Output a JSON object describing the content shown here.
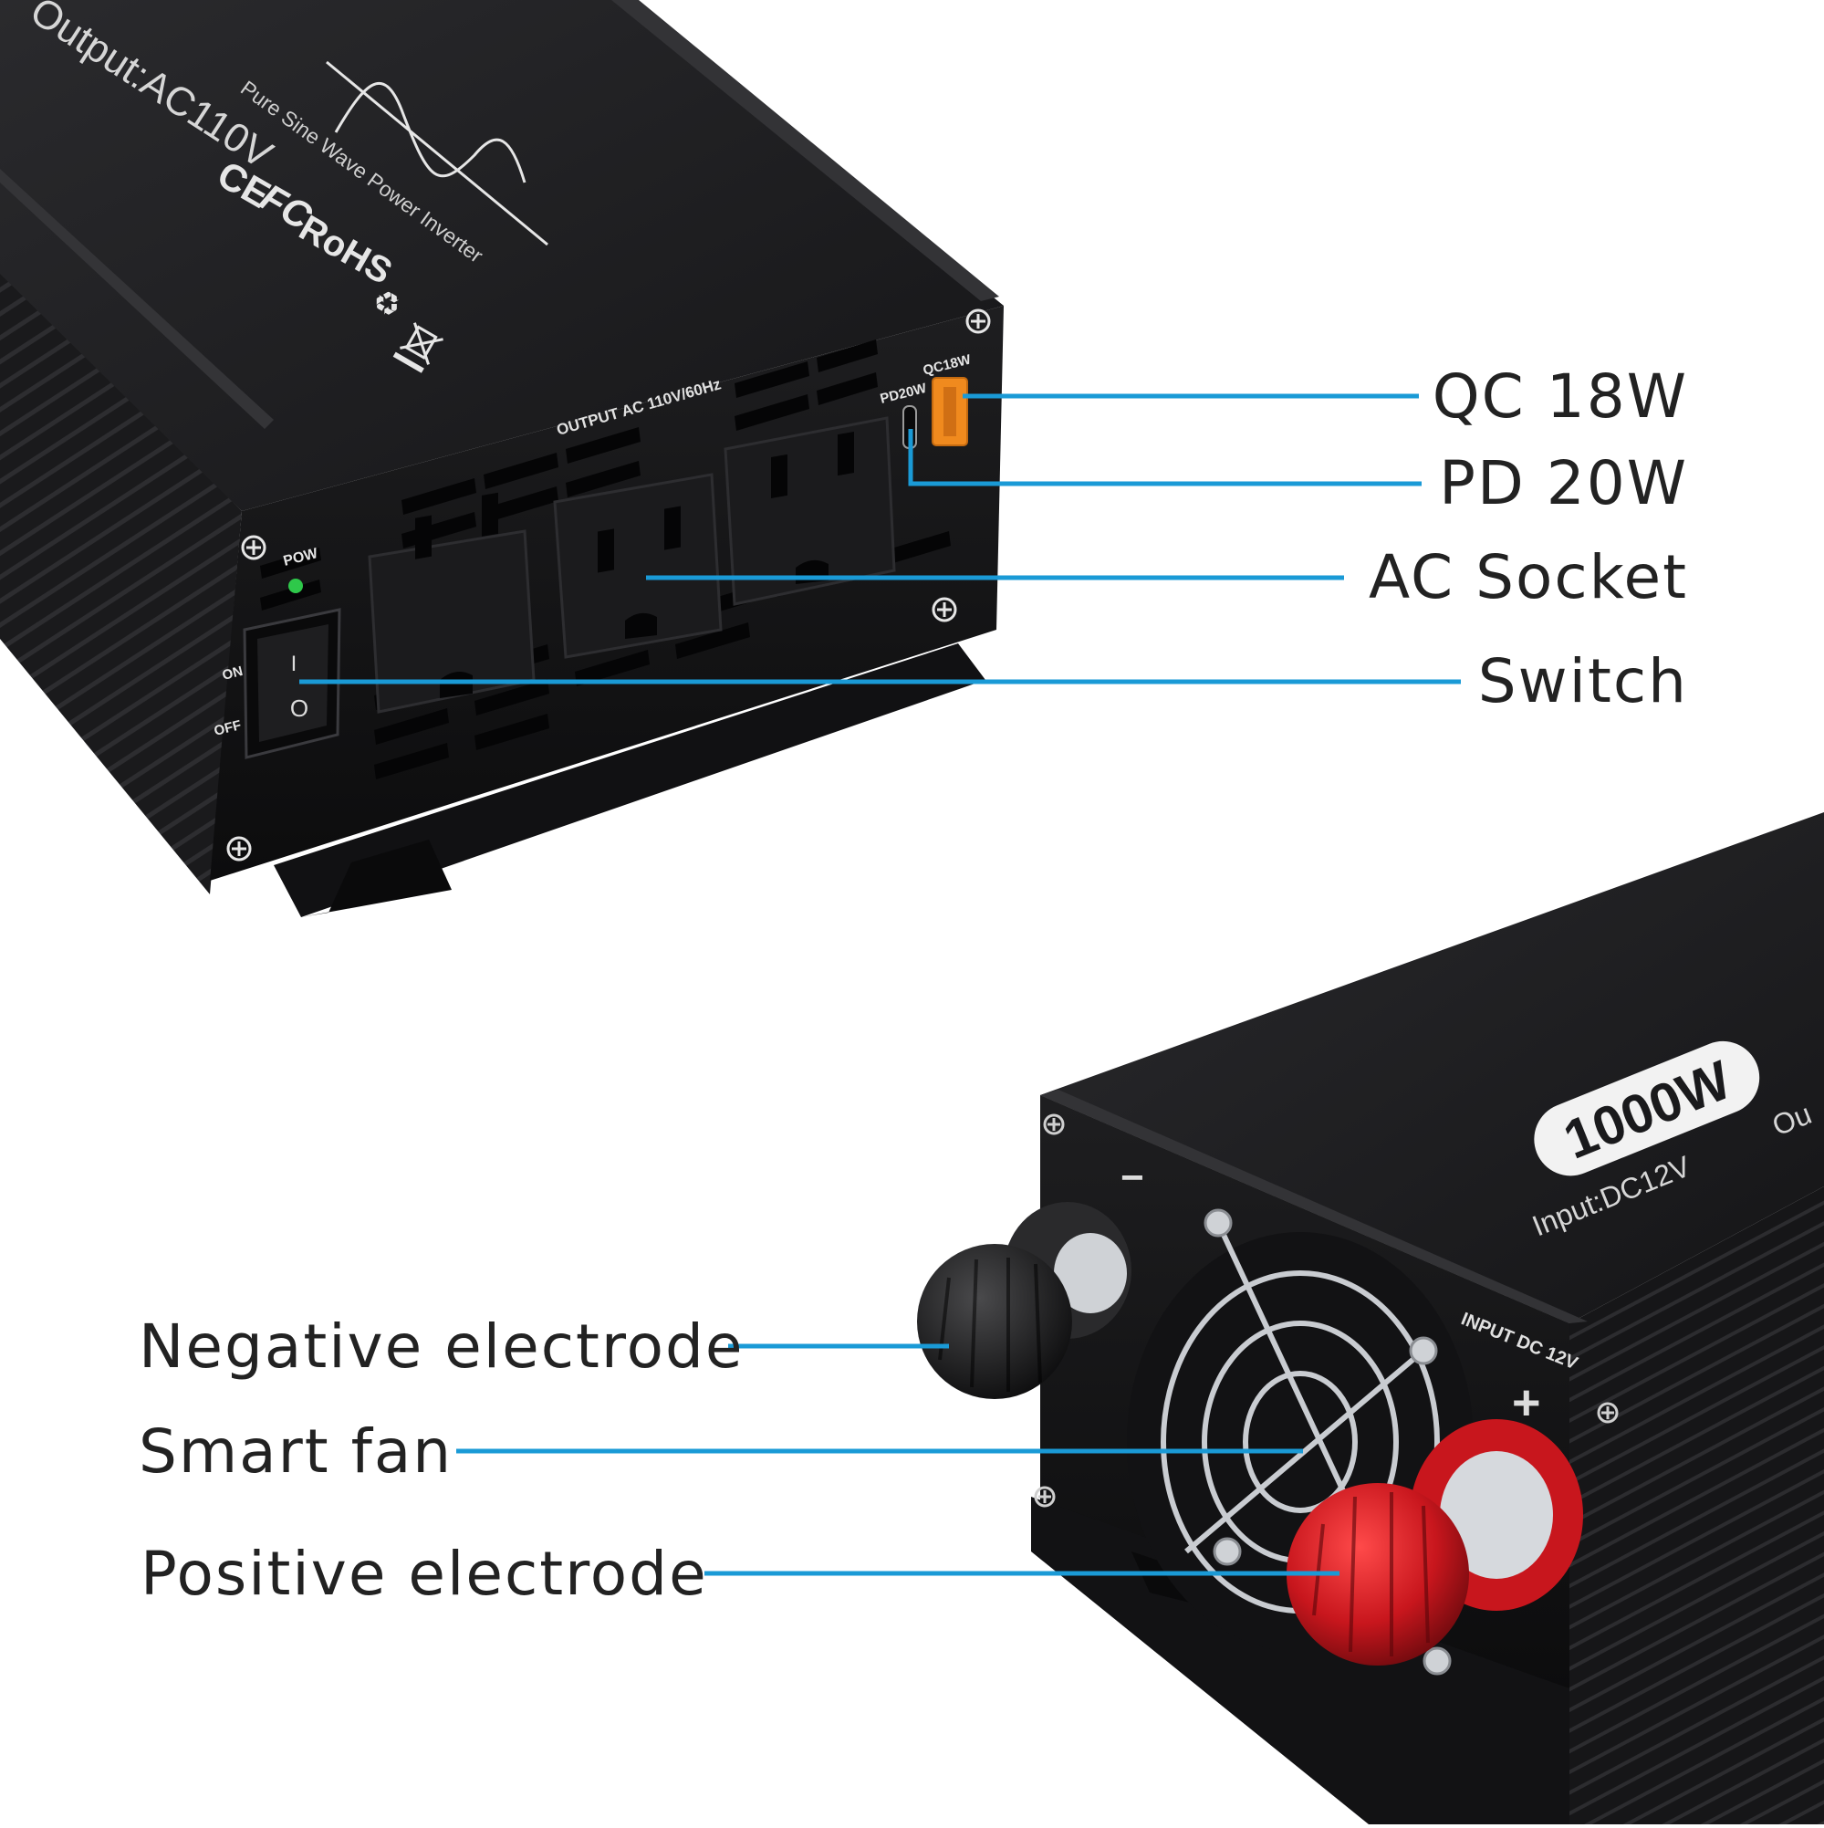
{
  "colors": {
    "leader": "#1a9ad6",
    "body": "#1c1c1e",
    "body_dark": "#0e0e10",
    "positive": "#c8161d",
    "usb_qc": "#f08a1e",
    "led": "#2ec84a",
    "label_text": "#222222"
  },
  "top_unit": {
    "output_text": "Output:AC110V",
    "product_line": "Pure Sine Wave Power Inverter",
    "cert_ce": "CE",
    "cert_fc": "FC",
    "cert_rohs": "RoHS",
    "panel_label": "OUTPUT AC 110V/60Hz",
    "pow_label": "POW",
    "on_label": "ON",
    "off_label": "OFF",
    "switch_on_mark": "I",
    "switch_off_mark": "O",
    "pd_port_label": "PD20W",
    "qc_port_label": "QC18W",
    "icons": [
      "sine-wave-icon",
      "recycle-icon",
      "weee-bin-icon",
      "screw-icon"
    ]
  },
  "bottom_unit": {
    "badge": "1000W",
    "input_text": "Input:DC12V",
    "output_partial": "Ou",
    "panel_label": "INPUT DC 12V",
    "minus_mark": "−",
    "plus_mark": "+",
    "icons": [
      "fan-grill-icon",
      "terminal-knob-icon",
      "screw-icon"
    ]
  },
  "callouts": {
    "qc": "QC 18W",
    "pd": "PD 20W",
    "ac": "AC Socket",
    "switch": "Switch",
    "negative": "Negative electrode",
    "fan": "Smart fan",
    "positive": "Positive electrode"
  }
}
